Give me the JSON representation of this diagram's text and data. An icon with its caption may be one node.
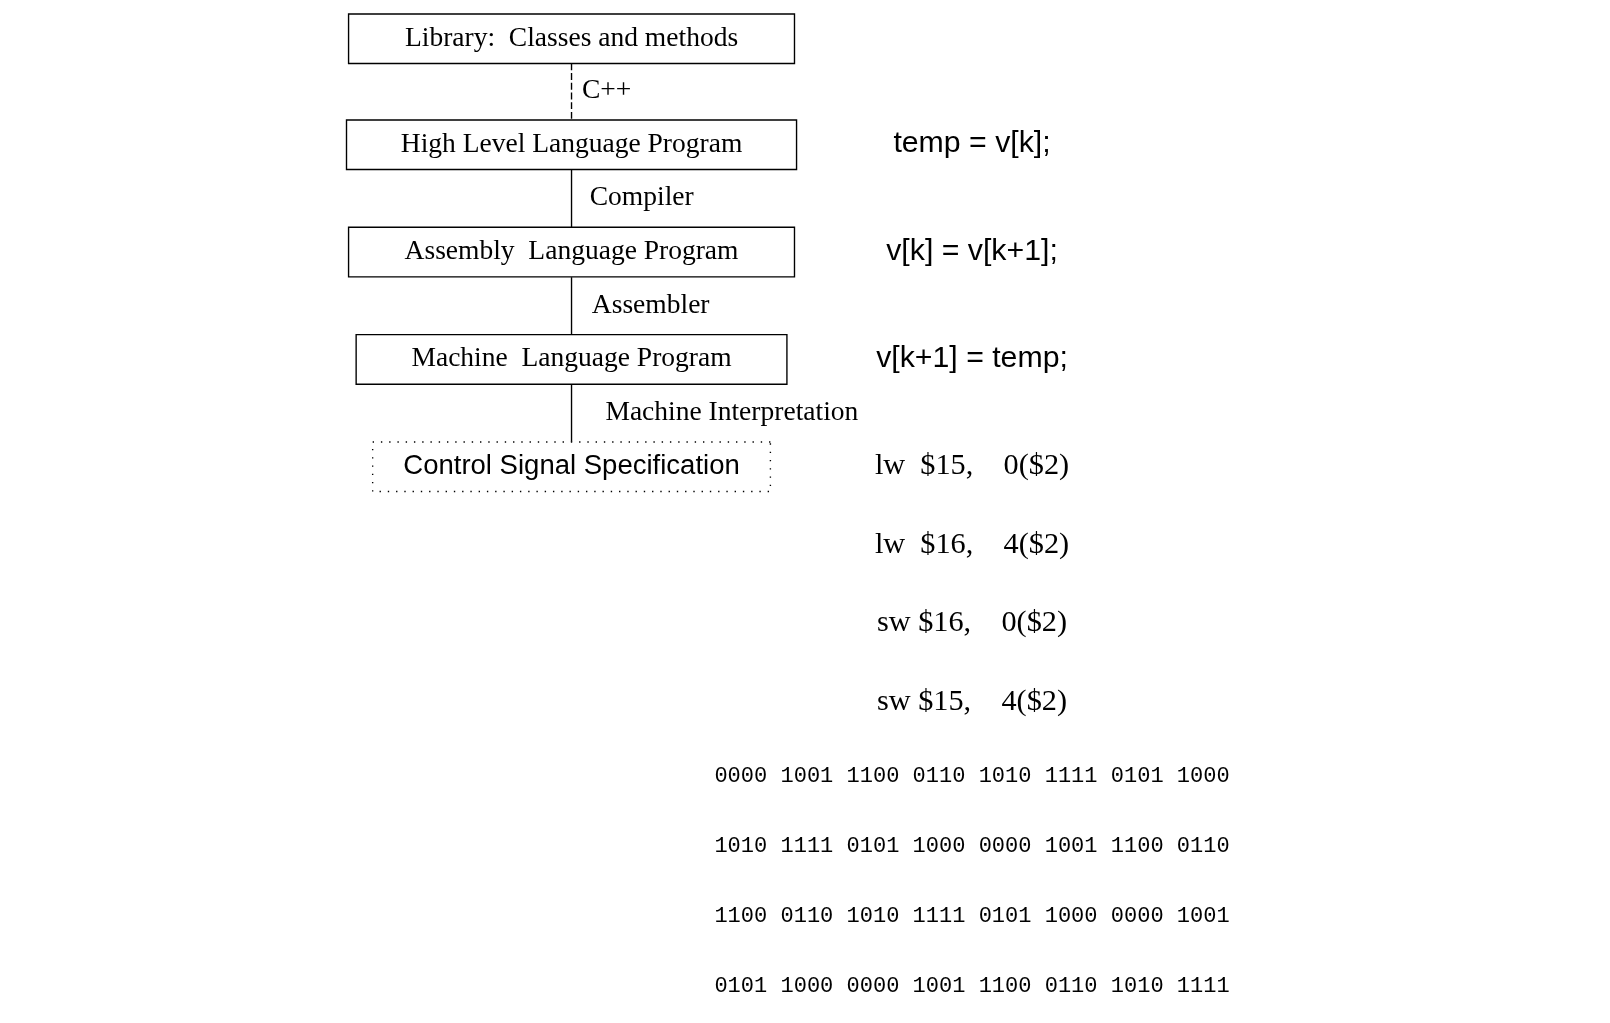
{
  "diagram": {
    "nodes": [
      {
        "text": [
          "Library:  Classes and methods"
        ]
      },
      {
        "text": [
          "High Level Language Program"
        ]
      },
      {
        "text": [
          "Assembly  Language Program"
        ]
      },
      {
        "text": [
          "Machine  Language Program"
        ]
      },
      {
        "text": [
          "Control Signal Specification"
        ]
      }
    ],
    "edges": [
      {
        "from": 0,
        "to": 1,
        "arrow": "none",
        "label": "C++",
        "style": "dashed"
      },
      {
        "from": 1,
        "to": 2,
        "arrow": "none",
        "label": "Compiler"
      },
      {
        "from": 2,
        "to": 3,
        "arrow": "none",
        "label": "Assembler"
      },
      {
        "from": 3,
        "to": 4,
        "arrow": "none",
        "label": "Machine Interpretation"
      }
    ],
    "labels": [
      "temp = v[k];",
      "v[k] = v[k+1];",
      "v[k+1] = temp;",
      "lw  $15,    0($2)",
      "lw  $16,    4($2)",
      "sw $16,    0($2)",
      "sw $15,    4($2)",
      "0000 1001 1100 0110 1010 1111 0101 1000",
      "1010 1111 0101 1000 0000 1001 1100 0110",
      "1100 0110 1010 1111 0101 1000 0000 1001",
      "0101 1000 0000 1001 1100 0110 1010 1111"
    ]
  }
}
